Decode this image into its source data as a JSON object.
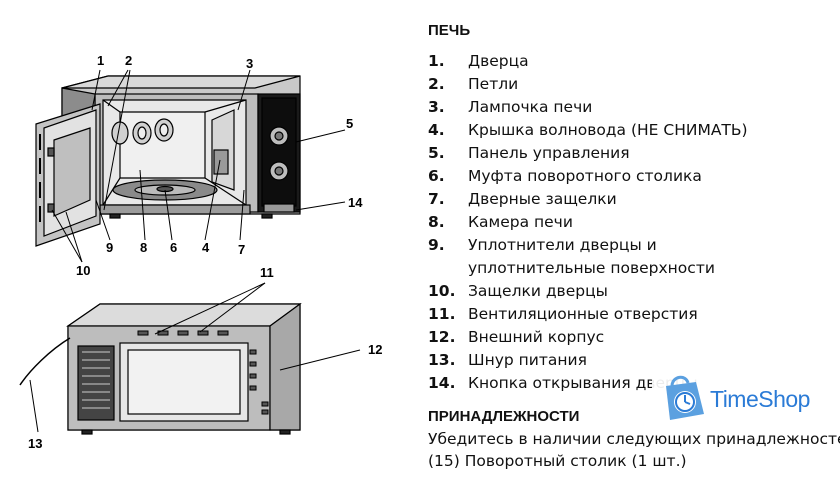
{
  "parts": {
    "title": "ПЕЧЬ",
    "items": [
      {
        "num": "1.",
        "text": "Дверца"
      },
      {
        "num": "2.",
        "text": "Петли"
      },
      {
        "num": "3.",
        "text": "Лампочка печи"
      },
      {
        "num": "4.",
        "text": "Крышка волновода (НЕ СНИМАТЬ)"
      },
      {
        "num": "5.",
        "text": "Панель управления"
      },
      {
        "num": "6.",
        "text": "Муфта поворотного столика"
      },
      {
        "num": "7.",
        "text": "Дверные защелки"
      },
      {
        "num": "8.",
        "text": "Камера печи"
      },
      {
        "num": "9.",
        "text": "Уплотнители дверцы и уплотнительные поверхности"
      },
      {
        "num": "10.",
        "text": "Защелки дверцы"
      },
      {
        "num": "11.",
        "text": "Вентиляционные отверстия"
      },
      {
        "num": "12.",
        "text": "Внешний корпус"
      },
      {
        "num": "13.",
        "text": "Шнур питания"
      },
      {
        "num": "14.",
        "text": "Кнопка открывания дверцы"
      }
    ]
  },
  "accessories": {
    "title": "ПРИНАДЛЕЖНОСТИ",
    "text": "Убедитесь в наличии следующих принадлежностей:",
    "text2": "(15) Поворотный столик (1 шт.)"
  },
  "callouts": {
    "c1": "1",
    "c2": "2",
    "c3": "3",
    "c4": "4",
    "c5": "5",
    "c6": "6",
    "c7": "7",
    "c8": "8",
    "c9": "9",
    "c10": "10",
    "c11": "11",
    "c12": "12",
    "c13": "13",
    "c14": "14"
  },
  "watermark": {
    "brand": "TimeShop",
    "color": "#2b7bd6"
  }
}
